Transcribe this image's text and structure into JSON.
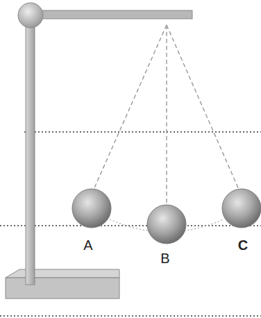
{
  "diagram": {
    "labels": [
      "A",
      "B",
      "C"
    ]
  }
}
